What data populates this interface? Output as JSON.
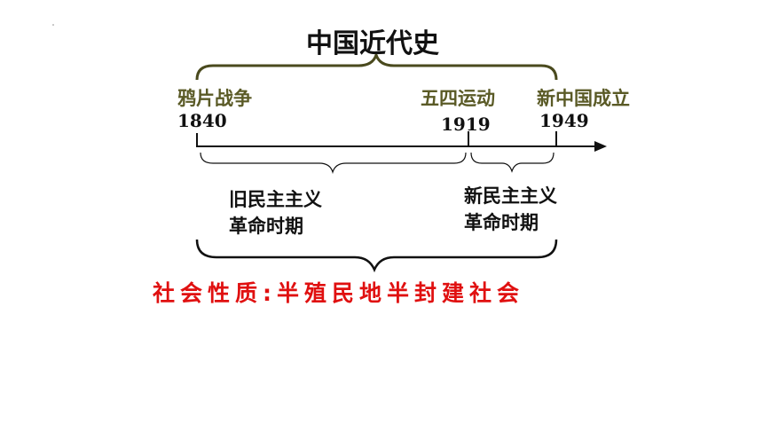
{
  "title": "中国近代史",
  "events": [
    {
      "name": "鸦片战争",
      "year": "1840"
    },
    {
      "name": "五四运动",
      "year": "1919"
    },
    {
      "name": "新中国成立",
      "year": "1949"
    }
  ],
  "periods": [
    {
      "line1": "旧民主主义",
      "line2": "革命时期"
    },
    {
      "line1": "新民主主义",
      "line2": "革命时期"
    }
  ],
  "nature": "社会性质:半殖民地半封建社会",
  "colors": {
    "event_text": "#5a5a26",
    "brace_top": "#4a4a1e",
    "nature": "#e01010",
    "line": "#111111"
  }
}
